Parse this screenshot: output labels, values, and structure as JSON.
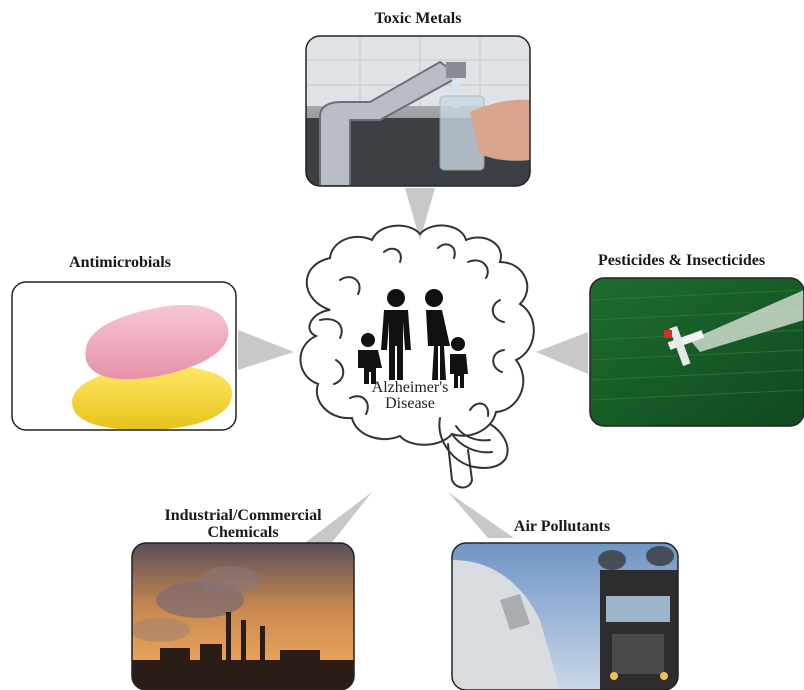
{
  "center": {
    "line1": "Alzheimer's",
    "line2": "Disease"
  },
  "factors": {
    "toxic_metals": "Toxic Metals",
    "antimicrobials": "Antimicrobials",
    "pesticides": "Pesticides & Insecticides",
    "industrial_line1": "Industrial/Commercial",
    "industrial_line2": "Chemicals",
    "air_pollutants": "Air Pollutants"
  }
}
